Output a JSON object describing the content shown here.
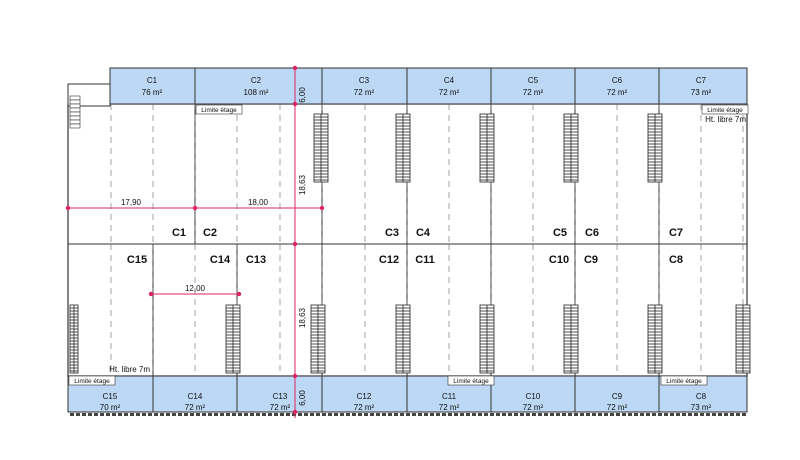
{
  "mezzanine_top": [
    {
      "id": "C1",
      "area": "76 m²"
    },
    {
      "id": "C2",
      "area": "108 m²"
    },
    {
      "id": "C3",
      "area": "72 m²"
    },
    {
      "id": "C4",
      "area": "72 m²"
    },
    {
      "id": "C5",
      "area": "72 m²"
    },
    {
      "id": "C6",
      "area": "72 m²"
    },
    {
      "id": "C7",
      "area": "73 m²"
    }
  ],
  "mezzanine_bottom": [
    {
      "id": "C15",
      "area": "70 m²"
    },
    {
      "id": "C14",
      "area": "72 m²"
    },
    {
      "id": "C13",
      "area": "72 m²"
    },
    {
      "id": "C12",
      "area": "72 m²"
    },
    {
      "id": "C11",
      "area": "72 m²"
    },
    {
      "id": "C10",
      "area": "72 m²"
    },
    {
      "id": "C9",
      "area": "72 m²"
    },
    {
      "id": "C8",
      "area": "73 m²"
    }
  ],
  "cells_top": [
    "C1",
    "C2",
    "C3",
    "C4",
    "C5",
    "C6",
    "C7"
  ],
  "cells_bottom": [
    "C15",
    "C14",
    "C13",
    "C12",
    "C11",
    "C10",
    "C9",
    "C8"
  ],
  "labels": {
    "limite_etage": "Limite étage",
    "hauteur_libre": "Ht. libre 7m"
  },
  "dimensions": {
    "width_c1": "17,90",
    "width_c2": "18,00",
    "width_c14": "12,00",
    "depth_top": "18,63",
    "depth_bottom": "18,63",
    "mezz_top": "6,00",
    "mezz_bottom": "6,00"
  },
  "colors": {
    "mezzanine_fill": "#bcd8f4",
    "dimension": "#e0245e",
    "wall": "#333333"
  }
}
